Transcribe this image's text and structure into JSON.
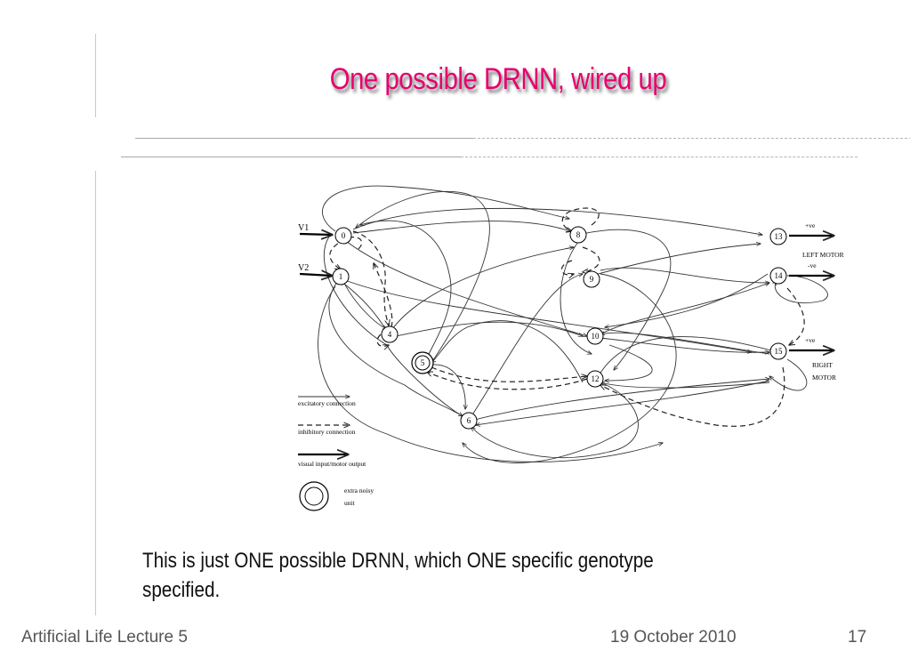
{
  "slide": {
    "title": "One possible DRNN, wired up",
    "caption": "This is just ONE possible DRNN, which ONE specific genotype specified.",
    "footer_left": "Artificial Life Lecture 5",
    "footer_date": "19 October 2010",
    "page_number": "17",
    "title_color": "#e6006e"
  },
  "diagram": {
    "inputs": [
      "V1",
      "V2"
    ],
    "nodes": [
      "0",
      "1",
      "4",
      "5",
      "6",
      "8",
      "9",
      "10",
      "12",
      "13",
      "14",
      "15"
    ],
    "output_signs": [
      "+ve",
      "-ve",
      "+ve"
    ],
    "motor_labels": {
      "left": "LEFT MOTOR",
      "right_line1": "RIGHT",
      "right_line2": "MOTOR"
    },
    "legend": {
      "excitatory": "excitatory connection",
      "inhibitory": "inhibitory connection",
      "visual": "visual input/motor output",
      "noisy_line1": "extra noisy",
      "noisy_line2": "unit"
    }
  }
}
